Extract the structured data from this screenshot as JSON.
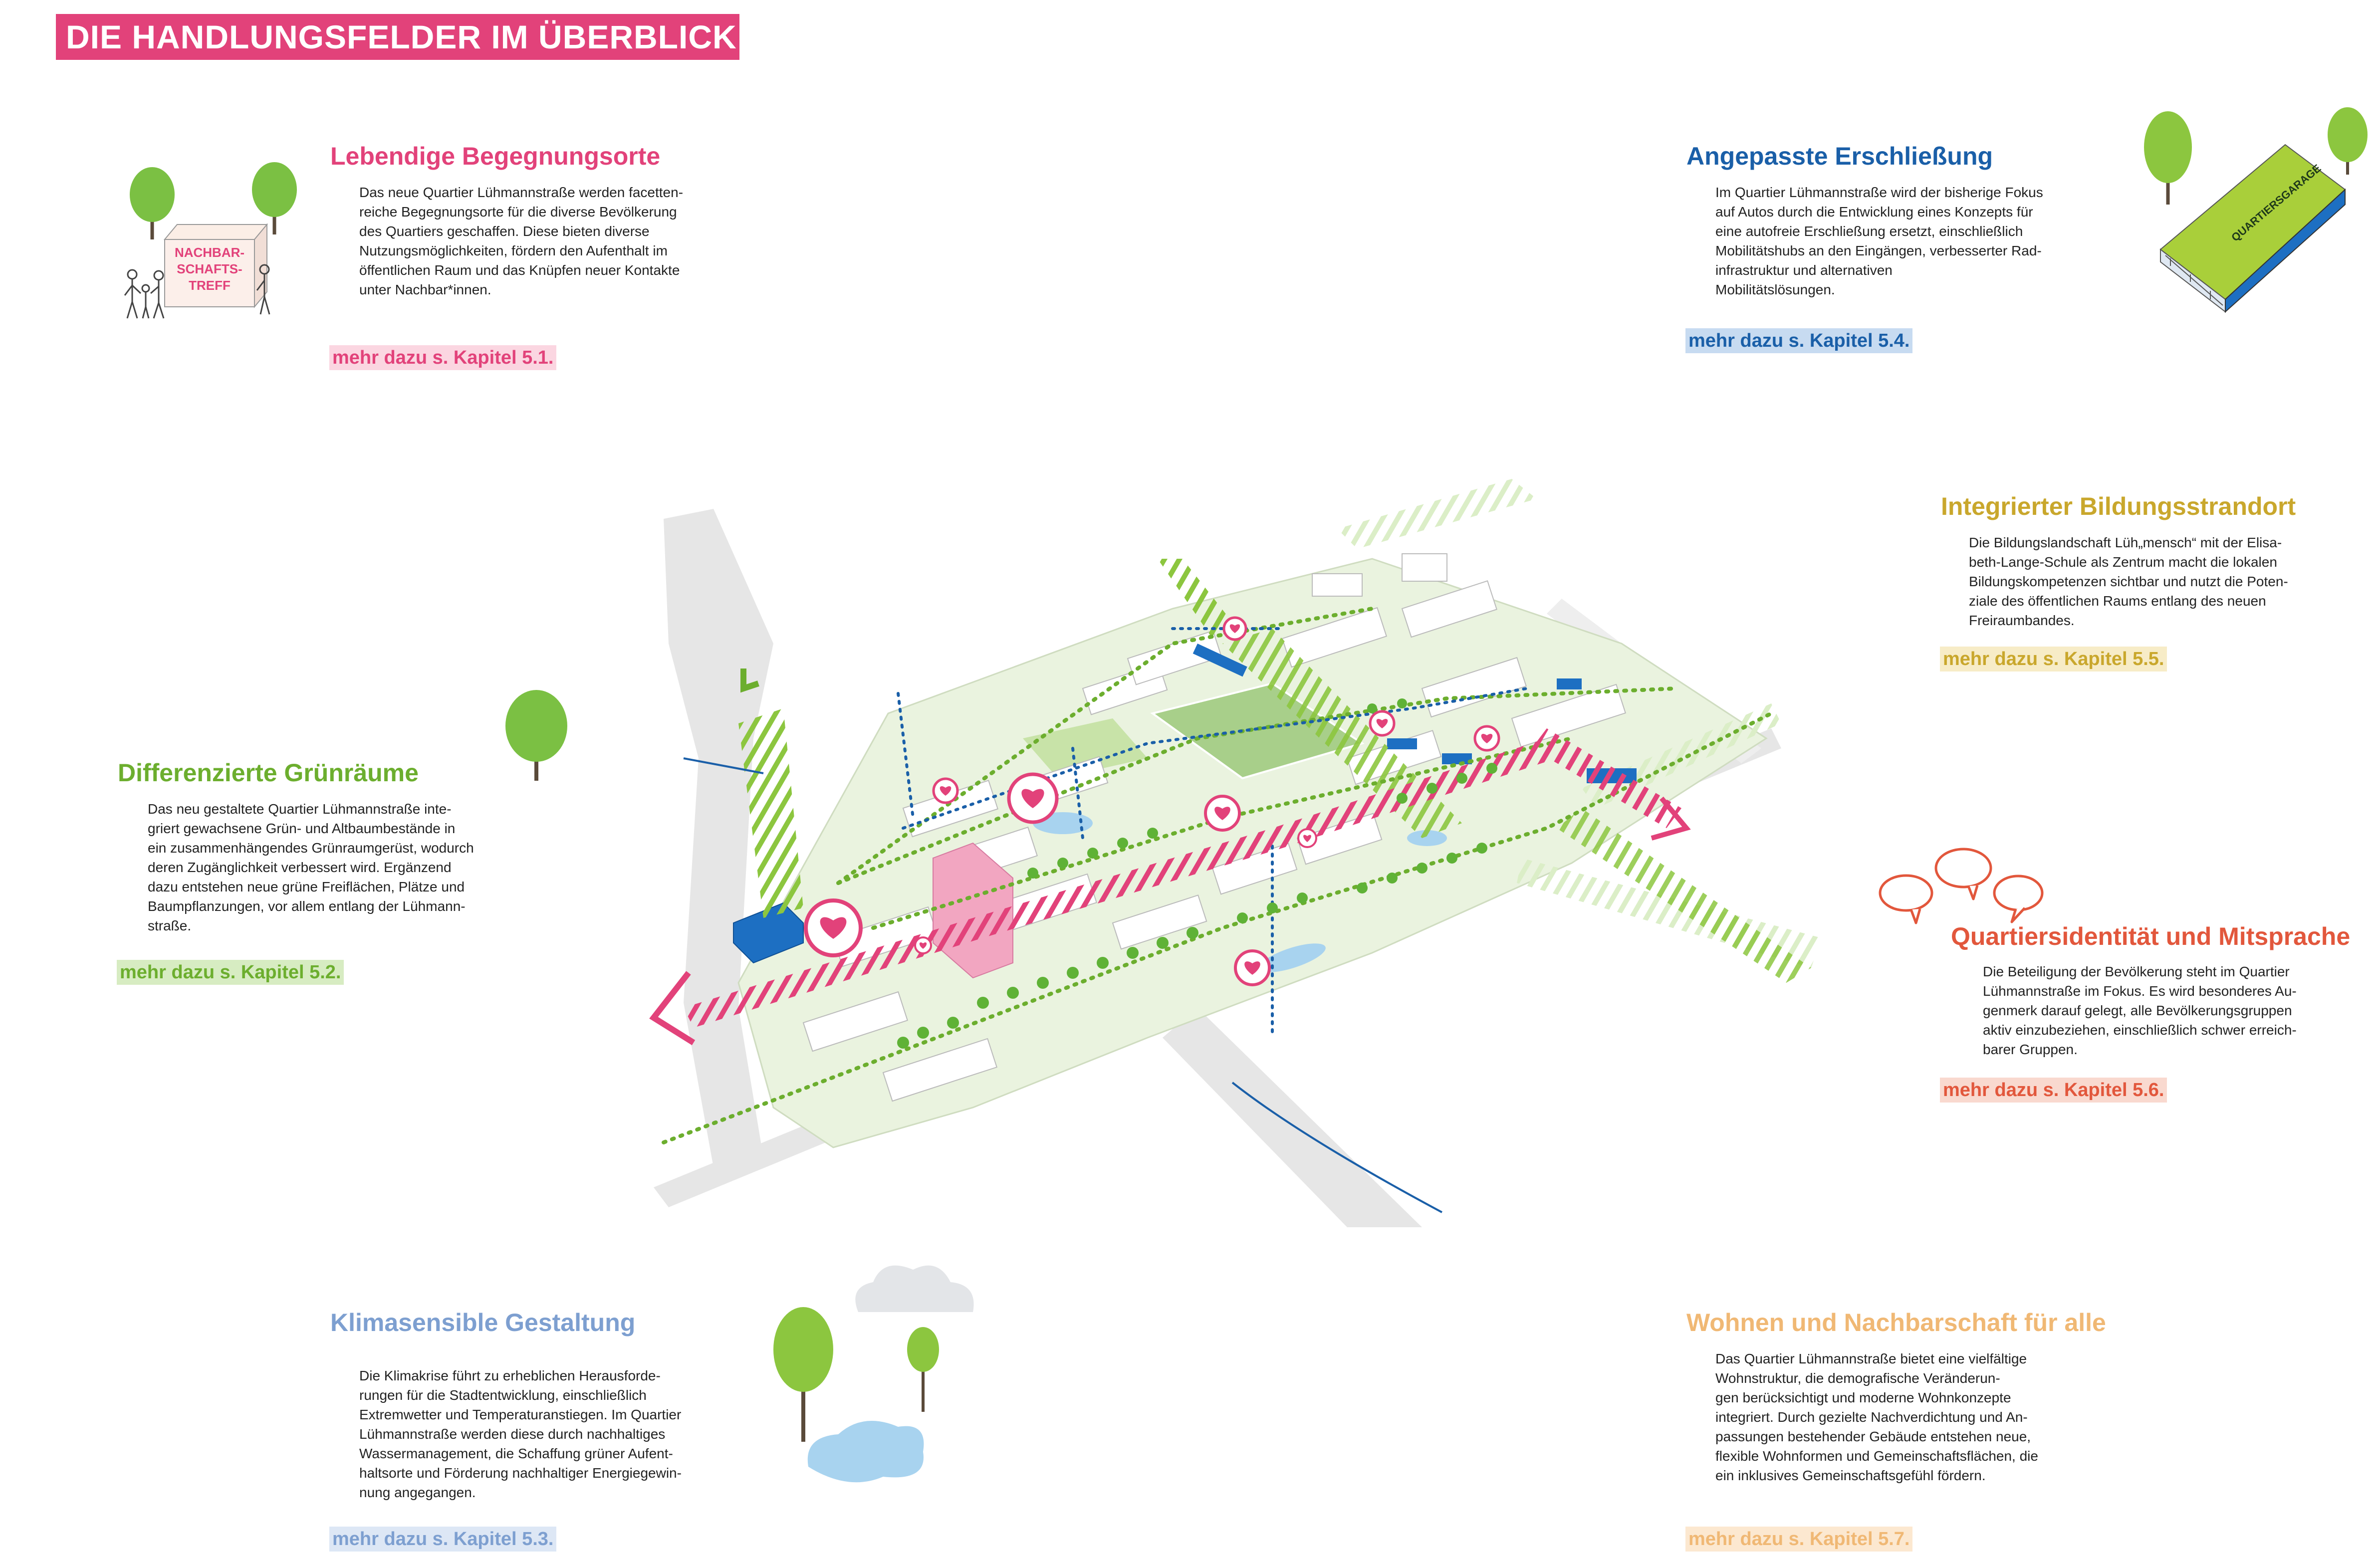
{
  "banner": {
    "title": "DIE HANDLUNGSFELDER IM ÜBERBLICK"
  },
  "colors": {
    "pink": "#e2427a",
    "blue": "#1a5fa8",
    "yellow": "#c9a72c",
    "green": "#6cae2e",
    "coral": "#e2573c",
    "lightblue": "#7d9fd0",
    "peach": "#f0b874"
  },
  "sections": {
    "begegnung": {
      "title": "Lebendige Begegnungsorte",
      "lines": [
        "Das neue Quartier Lühmannstraße werden facetten-",
        "reiche Begegnungsorte für die diverse Bevölkerung",
        "des Quartiers geschaffen. Diese bieten diverse",
        "Nutzungsmöglichkeiten, fördern den Aufenthalt im",
        "öffentlichen Raum und das Knüpfen neuer Kontakte",
        "unter Nachbar*innen."
      ],
      "more": "mehr dazu s. Kapitel 5.1.",
      "illustration_label": [
        "NACHBAR-",
        "SCHAFTS-",
        "TREFF"
      ]
    },
    "erschliessung": {
      "title": "Angepasste Erschließung",
      "lines": [
        "Im Quartier Lühmannstraße wird der bisherige Fokus",
        "auf Autos durch die Entwicklung eines Konzepts für",
        "eine autofreie Erschließung ersetzt, einschließlich",
        "Mobilitätshubs an den Eingängen, verbesserter Rad-",
        "infrastruktur und alternativen",
        "Mobilitätslösungen."
      ],
      "more": "mehr dazu s. Kapitel 5.4.",
      "illustration_label": "QUARTIERSGARAGE"
    },
    "bildung": {
      "title": "Integrierter Bildungsstrandort",
      "lines": [
        "Die Bildungslandschaft Lüh„mensch“ mit der Elisa-",
        "beth-Lange-Schule als Zentrum macht die lokalen",
        "Bildungskompetenzen sichtbar und nutzt die Poten-",
        "ziale des öffentlichen Raums entlang des neuen",
        "Freiraumbandes."
      ],
      "more": "mehr dazu s. Kapitel 5.5."
    },
    "gruen": {
      "title": "Differenzierte Grünräume",
      "lines": [
        "Das neu gestaltete Quartier Lühmannstraße inte-",
        "griert gewachsene Grün- und Altbaumbestände in",
        "ein zusammenhängendes Grünraumgerüst, wodurch",
        "deren Zugänglichkeit verbessert wird. Ergänzend",
        "dazu entstehen neue grüne Freiflächen, Plätze und",
        "Baumpflanzungen, vor allem entlang der Lühmann-",
        "straße."
      ],
      "more": "mehr dazu s. Kapitel 5.2."
    },
    "identitaet": {
      "title": "Quartiersidentität und Mitsprache",
      "lines": [
        "Die Beteiligung der Bevölkerung steht im Quartier",
        "Lühmannstraße im Fokus. Es wird besonderes Au-",
        "genmerk darauf gelegt, alle Bevölkerungsgruppen",
        "aktiv einzubeziehen, einschließlich schwer erreich-",
        "barer Gruppen."
      ],
      "more": "mehr dazu s. Kapitel 5.6."
    },
    "klima": {
      "title": "Klimasensible Gestaltung",
      "lines": [
        "Die Klimakrise führt zu erheblichen Herausforde-",
        "rungen für die Stadtentwicklung, einschließlich",
        "Extremwetter und Temperaturanstiegen. Im Quartier",
        "Lühmannstraße werden diese durch nachhaltiges",
        "Wassermanagement, die Schaffung grüner Aufent-",
        "haltsorte und Förderung nachhaltiger Energiegewin-",
        "nung angegangen."
      ],
      "more": "mehr dazu s. Kapitel 5.3."
    },
    "wohnen": {
      "title": "Wohnen und Nachbarschaft für alle",
      "lines": [
        "Das Quartier Lühmannstraße bietet eine vielfältige",
        "Wohnstruktur, die demografische Veränderun-",
        "gen berücksichtigt und moderne Wohnkonzepte",
        "integriert. Durch gezielte Nachverdichtung und An-",
        "passungen bestehender Gebäude entstehen neue,",
        "flexible Wohnformen und Gemeinschaftsflächen, die",
        "ein inklusives Gemeinschaftsgefühl fördern."
      ],
      "more": "mehr dazu s. Kapitel 5.7."
    }
  }
}
